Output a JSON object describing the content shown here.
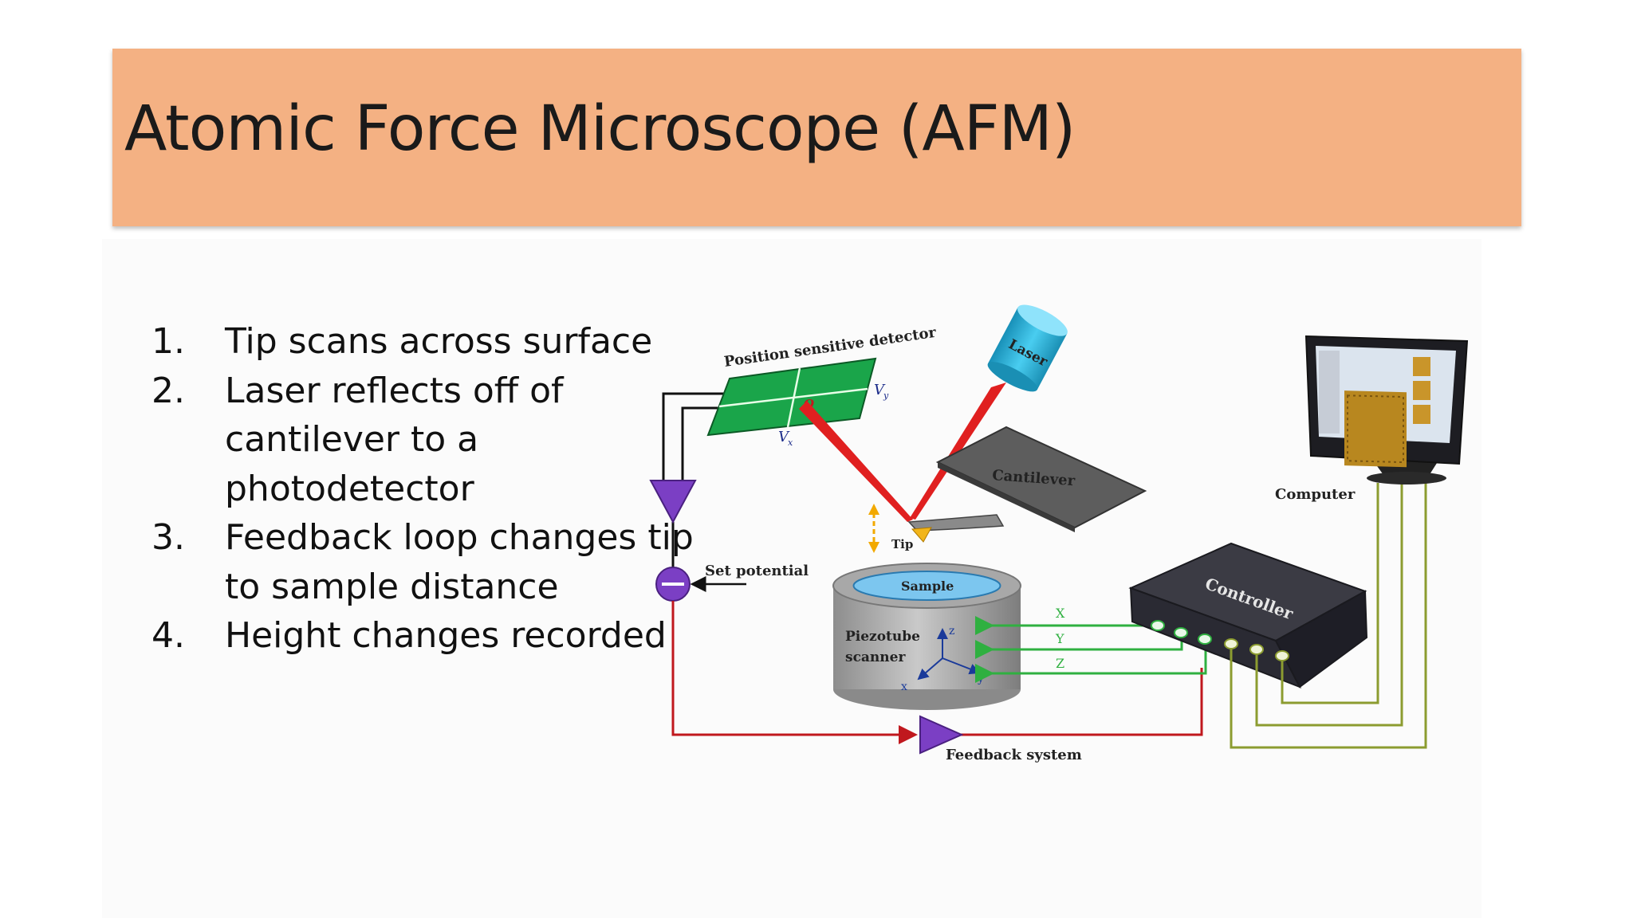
{
  "slide": {
    "title": "Atomic Force Microscope (AFM)",
    "steps": [
      {
        "num": "1.",
        "text": "Tip scans across surface"
      },
      {
        "num": "2.",
        "text": "Laser reflects off of cantilever to a photodetector"
      },
      {
        "num": "3.",
        "text": "Feedback loop changes tip to sample distance"
      },
      {
        "num": "4.",
        "text": "Height changes recorded"
      }
    ]
  },
  "diagram": {
    "labels": {
      "detector": "Position sensitive detector",
      "laser": "Laser",
      "cantilever": "Cantilever",
      "tip": "Tip",
      "set_potential": "Set potential",
      "sample": "Sample",
      "piezo_line1": "Piezotube",
      "piezo_line2": "scanner",
      "controller": "Controller",
      "computer": "Computer",
      "feedback": "Feedback system",
      "vy": "V",
      "vy_sub": "y",
      "vx": "V",
      "vx_sub": "x",
      "origin": "O",
      "axis_x": "X",
      "axis_y": "Y",
      "axis_z": "Z",
      "coord_z": "z",
      "coord_x": "x",
      "coord_y": "y"
    },
    "colors": {
      "title_bar": "#f4b183",
      "detector": "#1aa54a",
      "laser_body": "#27b4d8",
      "laser_beam": "#e02020",
      "amplifier": "#7b3fc4",
      "feedback_wire": "#c0181e",
      "control_wire": "#2fb040",
      "computer_wire": "#8c9c30"
    }
  }
}
